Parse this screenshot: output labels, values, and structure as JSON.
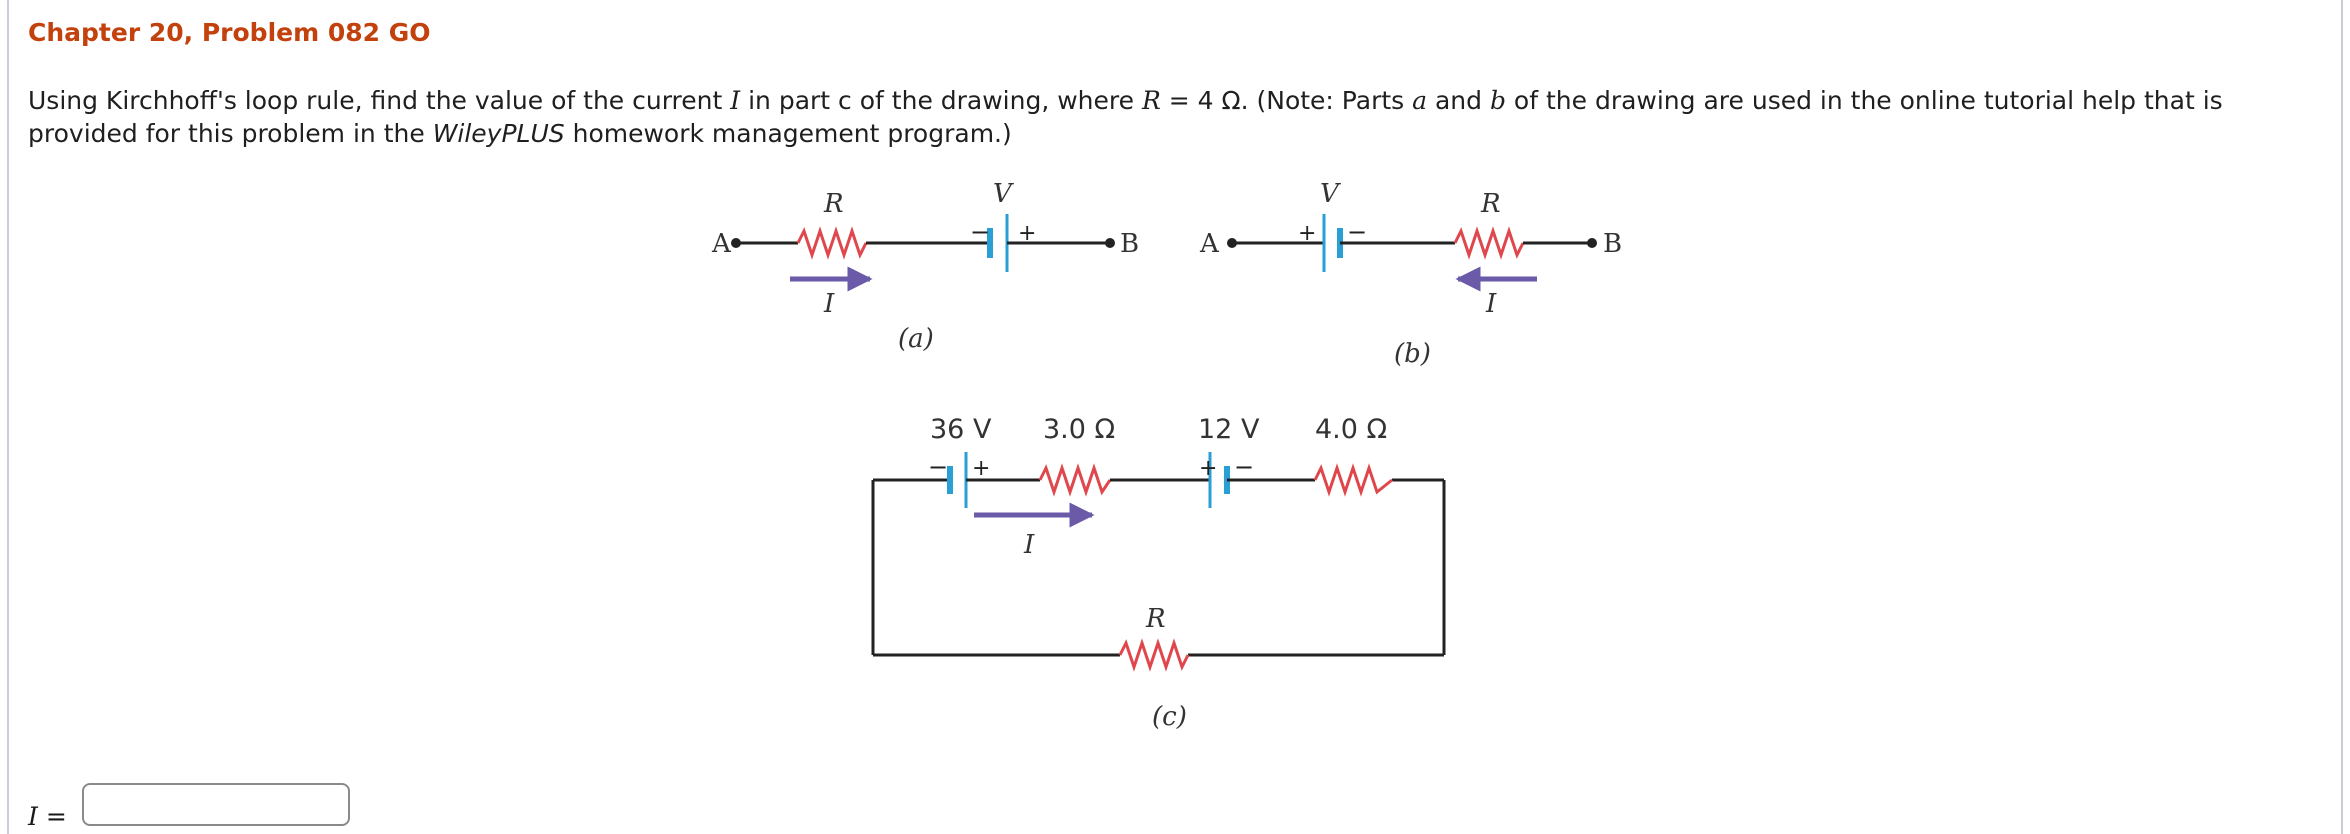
{
  "problem": {
    "title": "Chapter 20, Problem 082 GO",
    "text_1": "Using Kirchhoff's loop rule, find the value of the current ",
    "var_I": "I",
    "text_2": " in part c of the drawing, where ",
    "var_R": "R",
    "text_3": " = 4 Ω. (Note: Parts ",
    "var_a": "a",
    "text_4": " and ",
    "var_b": "b",
    "text_5": " of the drawing are used in the online tutorial help that is provided for this problem in the ",
    "wileyplus": "WileyPLUS",
    "text_6": " homework management program.)"
  },
  "figure": {
    "part_a": {
      "resistor_label": "R",
      "battery_label": "V",
      "minus": "−",
      "plus": "+",
      "end_left": "A",
      "end_right": "B",
      "current_label": "I",
      "caption": "(a)"
    },
    "part_b": {
      "battery_label": "V",
      "resistor_label": "R",
      "plus": "+",
      "minus": "−",
      "end_left": "A",
      "end_right": "B",
      "current_label": "I",
      "caption": "(b)"
    },
    "part_c": {
      "battery1_label": "36 V",
      "resistor1_label": "3.0 Ω",
      "battery2_label": "12 V",
      "resistor2_label": "4.0 Ω",
      "battery1_minus": "−",
      "battery1_plus": "+",
      "battery2_plus": "+",
      "battery2_minus": "−",
      "current_label": "I",
      "resistor_bottom_label": "R",
      "caption": "(c)"
    }
  },
  "answer": {
    "label_var": "I",
    "label_eq": " =",
    "value": ""
  },
  "colors": {
    "title": "#c2410c",
    "resistor": "#e0474c",
    "battery": "#2a9fd6",
    "arrow": "#6a5aa8",
    "wire": "#222222"
  }
}
